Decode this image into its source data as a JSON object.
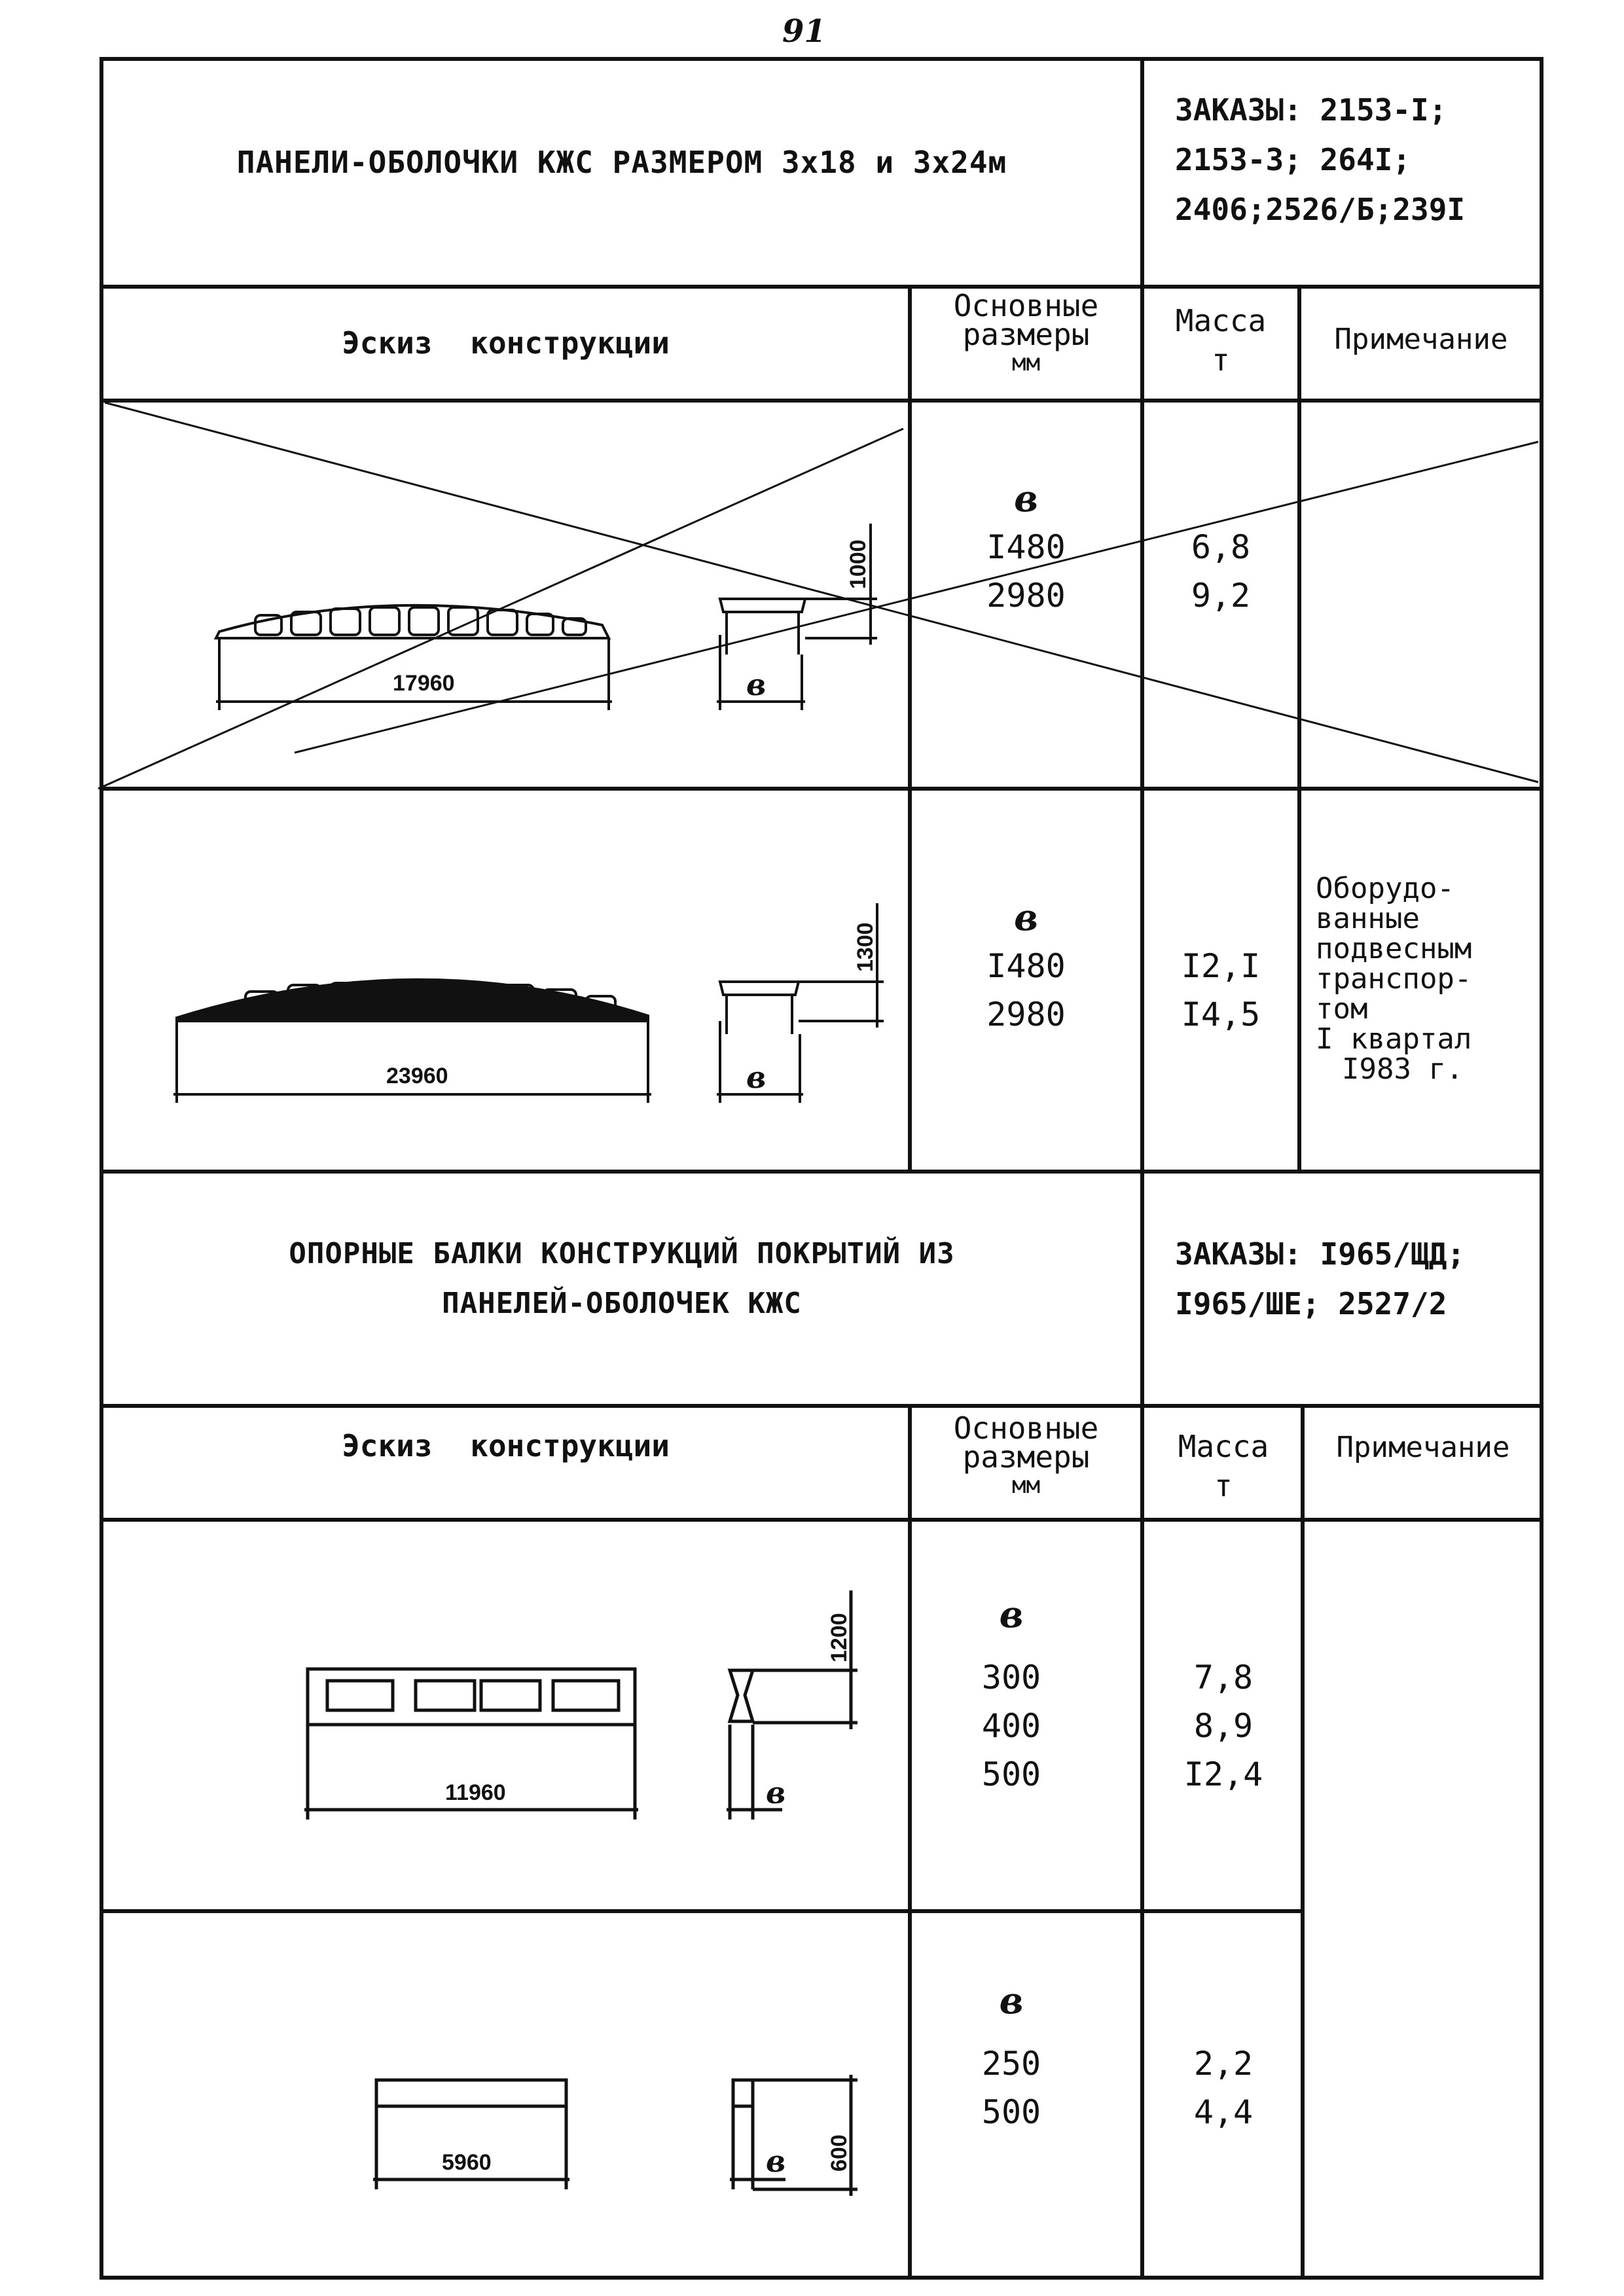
{
  "page": {
    "number": "91"
  },
  "section1": {
    "title": "ПАНЕЛИ-ОБОЛОЧКИ КЖС РАЗМЕРОМ 3х18 и 3х24м",
    "orders": [
      "ЗАКАЗЫ: 2153-I;",
      "2153-3; 264I;",
      "2406;2526/Б;239I"
    ],
    "headers": {
      "sketch": "Эскиз конструкции",
      "dims": [
        "Основные",
        "размеры",
        "мм"
      ],
      "mass": [
        "Масса",
        "т"
      ],
      "note": "Примечание"
    },
    "rows": [
      {
        "symbol": "в",
        "dims": [
          "I480",
          "2980"
        ],
        "mass": [
          "6,8",
          "9,2"
        ],
        "note": [],
        "span_label": "17960",
        "height_label": "1000",
        "b_label": "в",
        "crossed_out": true
      },
      {
        "symbol": "в",
        "dims": [
          "I480",
          "2980"
        ],
        "mass": [
          "I2,I",
          "I4,5"
        ],
        "note": [
          "Оборудо-",
          "ванные",
          "подвесным",
          "транспор-",
          "том",
          "I квартал",
          "I983 г."
        ],
        "span_label": "23960",
        "height_label": "1300",
        "b_label": "в",
        "crossed_out": false
      }
    ]
  },
  "section2": {
    "title": [
      "ОПОРНЫЕ БАЛКИ КОНСТРУКЦИЙ ПОКРЫТИЙ ИЗ",
      "ПАНЕЛЕЙ-ОБОЛОЧЕК КЖС"
    ],
    "orders": [
      "ЗАКАЗЫ: I965/ЩД;",
      "I965/ШЕ; 2527/2"
    ],
    "headers": {
      "sketch": "Эскиз конструкции",
      "dims": [
        "Основные",
        "размеры",
        "мм"
      ],
      "mass": [
        "Масса",
        "т"
      ],
      "note": "Примечание"
    },
    "rows": [
      {
        "symbol": "в",
        "dims": [
          "300",
          "400",
          "500"
        ],
        "mass": [
          "7,8",
          "8,9",
          "I2,4"
        ],
        "span_label": "11960",
        "height_label": "1200",
        "b_label": "в"
      },
      {
        "symbol": "в",
        "dims": [
          "250",
          "500"
        ],
        "mass": [
          "2,2",
          "4,4"
        ],
        "span_label": "5960",
        "height_label": "600",
        "b_label": "в"
      }
    ]
  }
}
